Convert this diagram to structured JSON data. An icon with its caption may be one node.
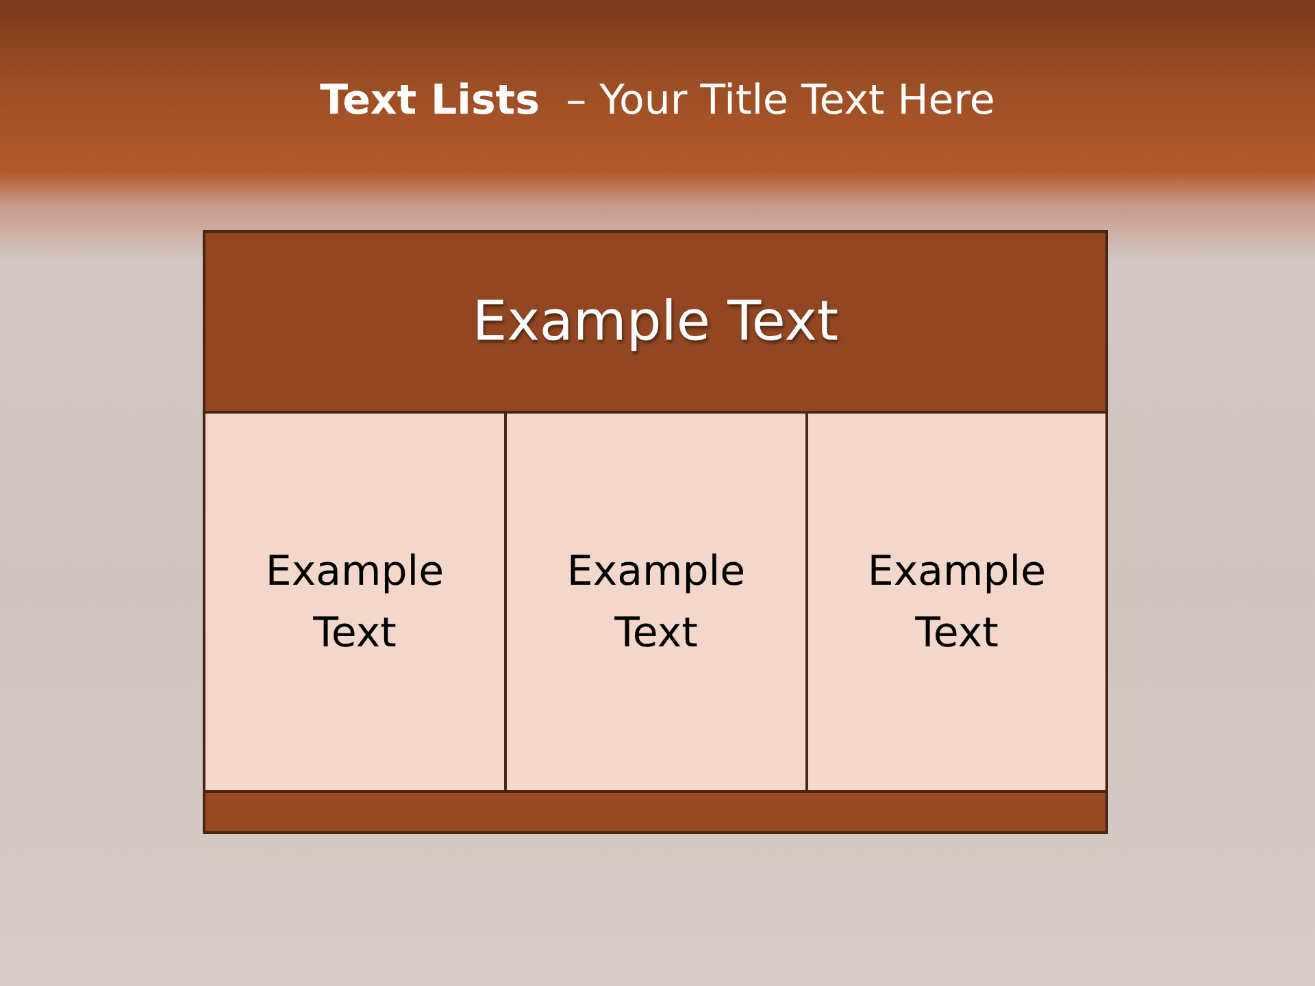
{
  "diagram": {
    "title": "**Text Lists**  – Your Title Text Here",
    "nodes": [
      {
        "text": [
          "Example Text"
        ]
      },
      {
        "text": [
          "Example Text"
        ]
      },
      {
        "text": [
          "Example Text"
        ]
      },
      {
        "text": [
          "Example Text"
        ]
      },
      {
        "text": [],
        "shape": "bar"
      }
    ]
  }
}
